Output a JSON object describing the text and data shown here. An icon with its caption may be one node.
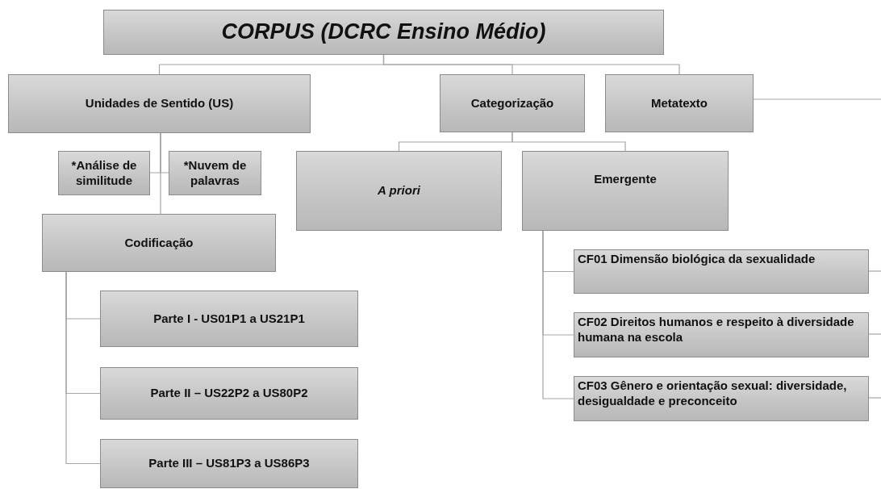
{
  "diagram": {
    "nodes": [
      {
        "text": [
          "CORPUS (DCRC Ensino Médio)"
        ]
      },
      {
        "text": [
          "Unidades de Sentido (US)"
        ]
      },
      {
        "text": [
          "Categorização"
        ]
      },
      {
        "text": [
          "Metatexto"
        ]
      },
      {
        "text": [
          "*Análise de similitude"
        ]
      },
      {
        "text": [
          "*Nuvem de palavras"
        ]
      },
      {
        "text": [
          "Codificação"
        ]
      },
      {
        "text": [
          "Parte I - US01P1 a US21P1"
        ]
      },
      {
        "text": [
          "Parte II – US22P2 a US80P2"
        ]
      },
      {
        "text": [
          "Parte III – US81P3 a US86P3"
        ]
      },
      {
        "text": [
          "A priori"
        ]
      },
      {
        "text": [
          "Emergente"
        ]
      },
      {
        "text": [
          "CF01 Dimensão biológica da sexualidade"
        ]
      },
      {
        "text": [
          "CF02 Direitos humanos e respeito à diversidade humana na escola"
        ]
      },
      {
        "text": [
          "CF03 Gênero e orientação sexual: diversidade, desigualdade e preconceito"
        ]
      }
    ],
    "edges": [
      {
        "from": 0,
        "to": 1,
        "arrow": "none"
      },
      {
        "from": 0,
        "to": 2,
        "arrow": "none"
      },
      {
        "from": 0,
        "to": 3,
        "arrow": "none"
      },
      {
        "from": 1,
        "to": 4,
        "arrow": "none"
      },
      {
        "from": 1,
        "to": 5,
        "arrow": "none"
      },
      {
        "from": 1,
        "to": 6,
        "arrow": "none"
      },
      {
        "from": 6,
        "to": 7,
        "arrow": "none"
      },
      {
        "from": 6,
        "to": 8,
        "arrow": "none"
      },
      {
        "from": 6,
        "to": 9,
        "arrow": "none"
      },
      {
        "from": 2,
        "to": 10,
        "arrow": "none"
      },
      {
        "from": 2,
        "to": 11,
        "arrow": "none"
      },
      {
        "from": 11,
        "to": 12,
        "arrow": "none"
      },
      {
        "from": 11,
        "to": 13,
        "arrow": "none"
      },
      {
        "from": 11,
        "to": 14,
        "arrow": "none"
      },
      {
        "from": 3,
        "to": null,
        "arrow": "none"
      },
      {
        "from": 12,
        "to": null,
        "arrow": "none"
      },
      {
        "from": 13,
        "to": null,
        "arrow": "none"
      },
      {
        "from": 14,
        "to": null,
        "arrow": "none"
      }
    ]
  }
}
